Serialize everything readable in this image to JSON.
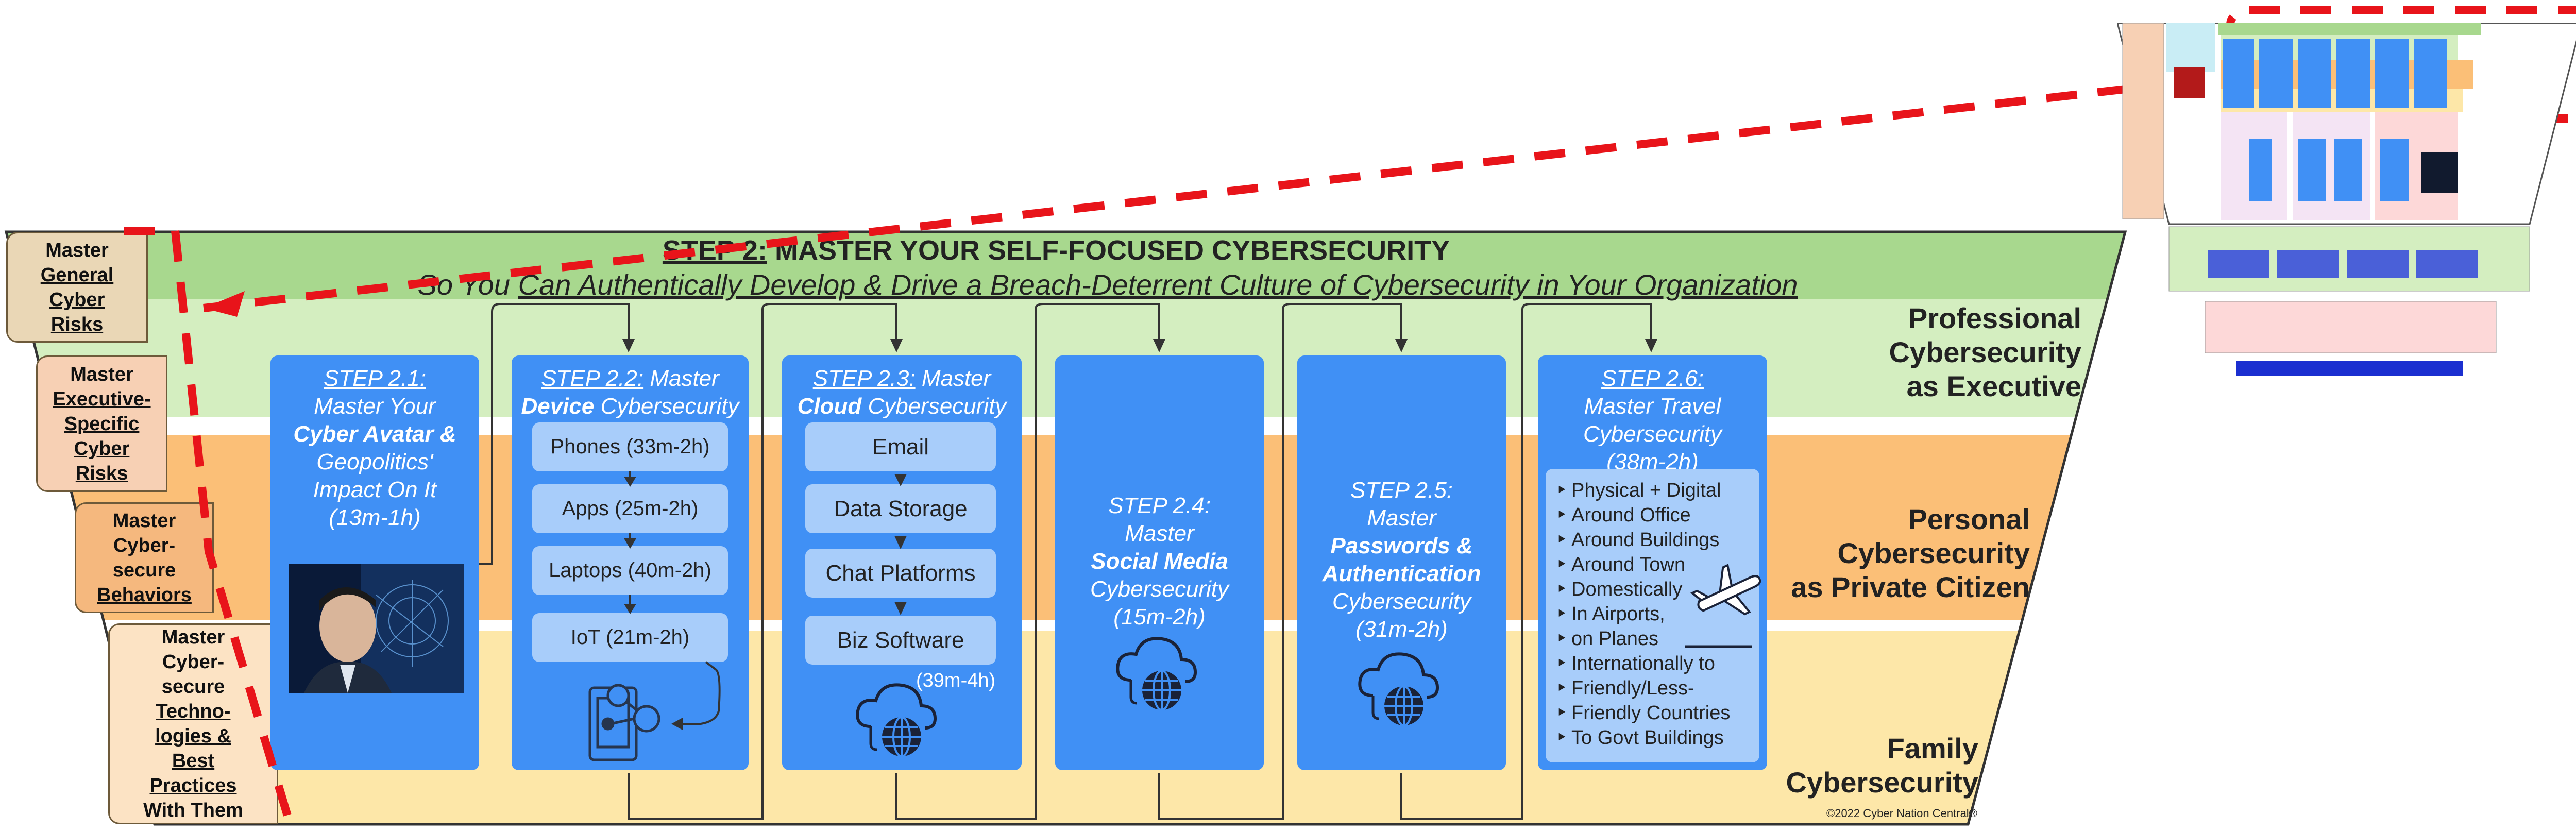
{
  "header": {
    "step_prefix": "STEP 2:",
    "title_rest": " MASTER YOUR SELF-FOCUSED CYBERSECURITY",
    "subtitle_prefix": "So You ",
    "subtitle_rest": "Can Authentically Develop & Drive a Breach-Deterrent Culture of Cybersecurity in Your Organization"
  },
  "bands": {
    "professional": [
      "Professional",
      "Cybersecurity",
      "as Executive"
    ],
    "personal": [
      "Personal",
      "Cybersecurity",
      "as Private Citizen"
    ],
    "family": [
      "Family",
      "Cybersecurity"
    ]
  },
  "left_labels": [
    {
      "lines": [
        "Master",
        "General",
        "Cyber",
        "Risks"
      ],
      "underlined": [
        1,
        2,
        3
      ]
    },
    {
      "lines": [
        "Master",
        "Executive-",
        "Specific",
        "Cyber",
        "Risks"
      ],
      "underlined": [
        1,
        2,
        3,
        4
      ]
    },
    {
      "lines": [
        "Master",
        "Cyber-",
        "secure",
        "Behaviors"
      ],
      "underlined": [
        3
      ]
    },
    {
      "lines": [
        "Master",
        "Cyber-",
        "secure",
        "Techno-",
        "logies &",
        "Best",
        "Practices",
        "With Them"
      ],
      "underlined": [
        3,
        4,
        5,
        6
      ]
    }
  ],
  "steps": [
    {
      "num": "STEP 2.1:",
      "lines": [
        "Master Your",
        "Cyber Avatar &",
        "Geopolitics'",
        "Impact On It",
        "(13m-1h)"
      ]
    },
    {
      "num": "STEP 2.2:",
      "title": "Master",
      "bold": "Device",
      "rest": "Cybersecurity",
      "items": [
        "Phones (33m-2h)",
        "Apps (25m-2h)",
        "Laptops (40m-2h)",
        "IoT (21m-2h)"
      ]
    },
    {
      "num": "STEP 2.3:",
      "title": "Master",
      "bold": "Cloud",
      "rest": "Cybersecurity",
      "items": [
        "Email",
        "Data Storage",
        "Chat Platforms",
        "Biz Software"
      ],
      "time": "(39m-4h)"
    },
    {
      "num": "STEP 2.4:",
      "lines": [
        "Master",
        "Social Media",
        "Cybersecurity",
        "(15m-2h)"
      ]
    },
    {
      "num": "STEP 2.5:",
      "lines": [
        "Master",
        "Passwords &",
        "Authentication",
        "Cybersecurity",
        "(31m-2h)"
      ]
    },
    {
      "num": "STEP 2.6:",
      "lines": [
        "Master Travel",
        "Cybersecurity",
        "(38m-2h)"
      ],
      "items": [
        "Physical + Digital",
        "Around Office",
        "Around Buildings",
        "Around Town",
        "Domestically",
        "In Airports,",
        "  on  Planes",
        "Internationally to",
        "Friendly/Less-",
        "Friendly Countries",
        "To Govt Buildings"
      ]
    }
  ],
  "footer": {
    "copyright": "©2022 Cyber Nation Central®"
  },
  "colors": {
    "green_band": "#c6e4b0",
    "green_header": "#a8d88e",
    "orange_band": "#fbbf77",
    "yellow_band": "#fde7a8",
    "step_blue": "#4090f5",
    "sub_blue": "#a8cdfa",
    "dash_red": "#e8141a"
  },
  "icons": [
    "avatar-photo",
    "device-network-icon",
    "cloud-globe-icon",
    "airplane-icon"
  ]
}
